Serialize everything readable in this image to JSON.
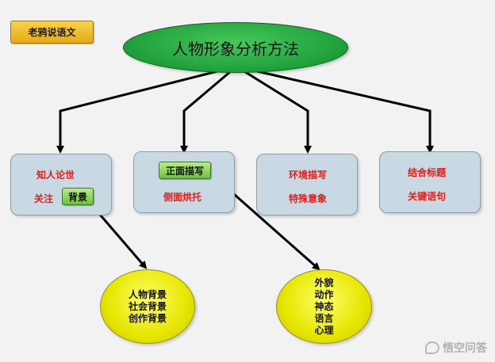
{
  "tag_label": "老鸦说语文",
  "title": "人物形象分析方法",
  "boxes": [
    {
      "line1": "知人论世",
      "line2_prefix": "关注",
      "button": "背景"
    },
    {
      "button": "正面描写",
      "line2": "侧面烘托"
    },
    {
      "line1": "环境描写",
      "line2": "特殊意象"
    },
    {
      "line1": "结合标题",
      "line2": "关键语句"
    }
  ],
  "ellipse_left": {
    "lines": [
      "人物背景",
      "社会背景",
      "创作背景"
    ]
  },
  "ellipse_right": {
    "lines": [
      "外貌",
      "动作",
      "神态",
      "语言",
      "心理"
    ]
  },
  "watermark": "悟空问答",
  "colors": {
    "title_fill": "#22a33c",
    "box_fill": "#c9d9e3",
    "accent_red": "#e0201a",
    "button_green": "#7cc84a",
    "ellipse_yellow": "#ecec00",
    "tag_gold": "#f0bf2a"
  }
}
